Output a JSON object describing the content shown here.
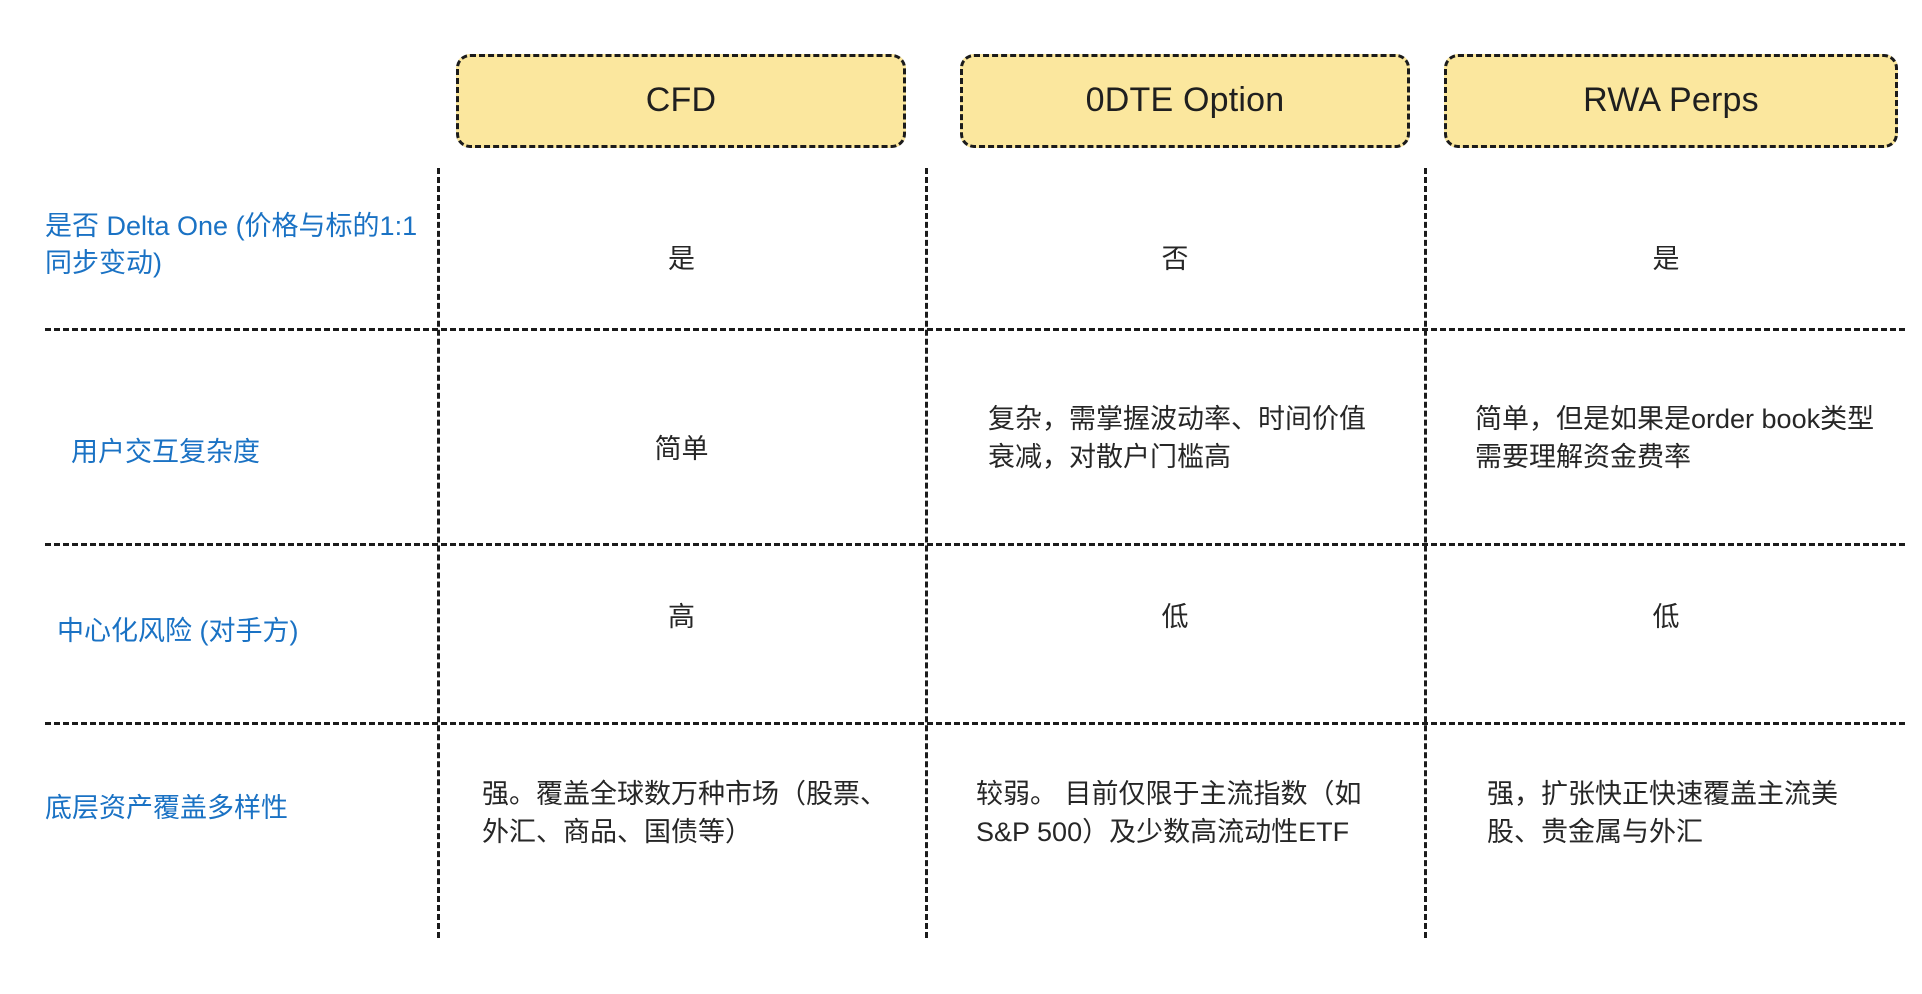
{
  "table": {
    "accent_label_color": "#1a72c4",
    "header_fill_color": "#FBE79E",
    "header_border_color": "#1b1b1b",
    "body_text_color": "#262626",
    "columns": [
      {
        "label": "CFD"
      },
      {
        "label": "0DTE Option"
      },
      {
        "label": "RWA Perps"
      }
    ],
    "rows": [
      {
        "label": "是否 Delta One (价格与标的1:1同步变动)",
        "cells": [
          "是",
          "否",
          "是"
        ]
      },
      {
        "label": "用户交互复杂度",
        "cells": [
          "简单",
          "复杂，需掌握波动率、时间价值衰减，对散户门槛高",
          "简单，但是如果是order book类型需要理解资金费率"
        ]
      },
      {
        "label": "中心化风险 (对手方)",
        "cells": [
          "高",
          "低",
          "低"
        ]
      },
      {
        "label": "底层资产覆盖多样性",
        "cells": [
          "强。覆盖全球数万种市场（股票、外汇、商品、国债等）",
          "较弱。 目前仅限于主流指数（如S&P 500）及少数高流动性ETF",
          "强，扩张快正快速覆盖主流美股、贵金属与外汇"
        ]
      }
    ]
  }
}
